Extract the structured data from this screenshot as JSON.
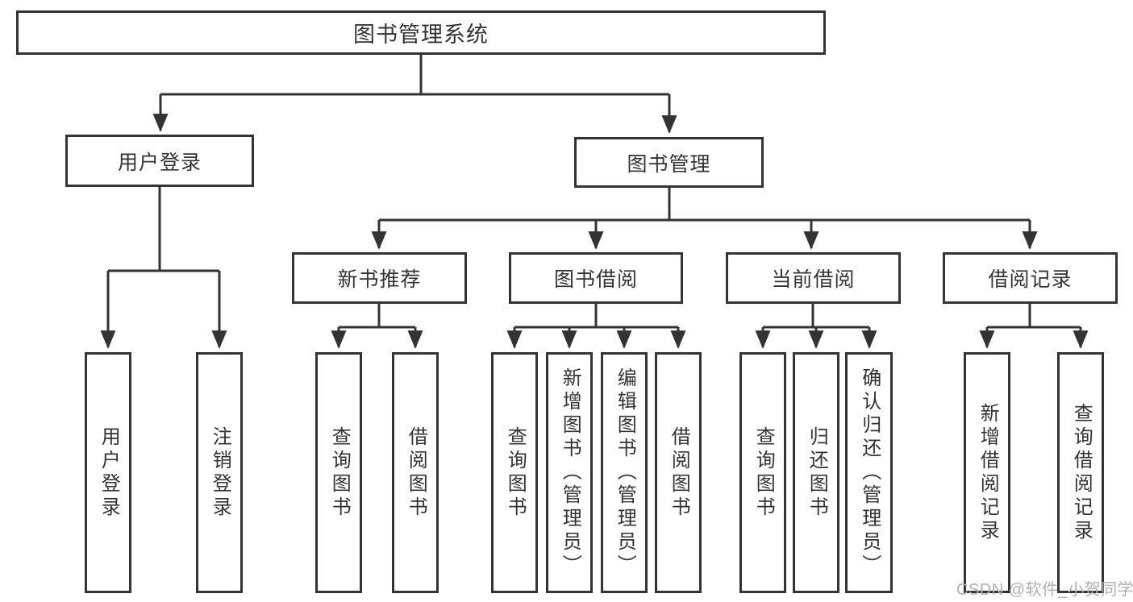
{
  "diagram_title": "图书管理系统",
  "colors": {
    "line": "#333333",
    "text": "#333333",
    "watermark": "#b0b0b0",
    "background": "#ffffff"
  },
  "tree": {
    "root": {
      "label": "图书管理系统",
      "children": [
        {
          "label": "用户登录",
          "children": [
            {
              "label": "用户登录"
            },
            {
              "label": "注销登录"
            }
          ]
        },
        {
          "label": "图书管理",
          "children": [
            {
              "label": "新书推荐",
              "children": [
                {
                  "label": "查询图书"
                },
                {
                  "label": "借阅图书"
                }
              ]
            },
            {
              "label": "图书借阅",
              "children": [
                {
                  "label": "查询图书"
                },
                {
                  "label": "新增图书（管理员）"
                },
                {
                  "label": "编辑图书（管理员）"
                },
                {
                  "label": "借阅图书"
                }
              ]
            },
            {
              "label": "当前借阅",
              "children": [
                {
                  "label": "查询图书"
                },
                {
                  "label": "归还图书"
                },
                {
                  "label": "确认归还（管理员）"
                }
              ]
            },
            {
              "label": "借阅记录",
              "children": [
                {
                  "label": "新增借阅记录"
                },
                {
                  "label": "查询借阅记录"
                }
              ]
            }
          ]
        }
      ]
    }
  },
  "watermark": {
    "text": "CSDN @软件_小贺同学"
  }
}
